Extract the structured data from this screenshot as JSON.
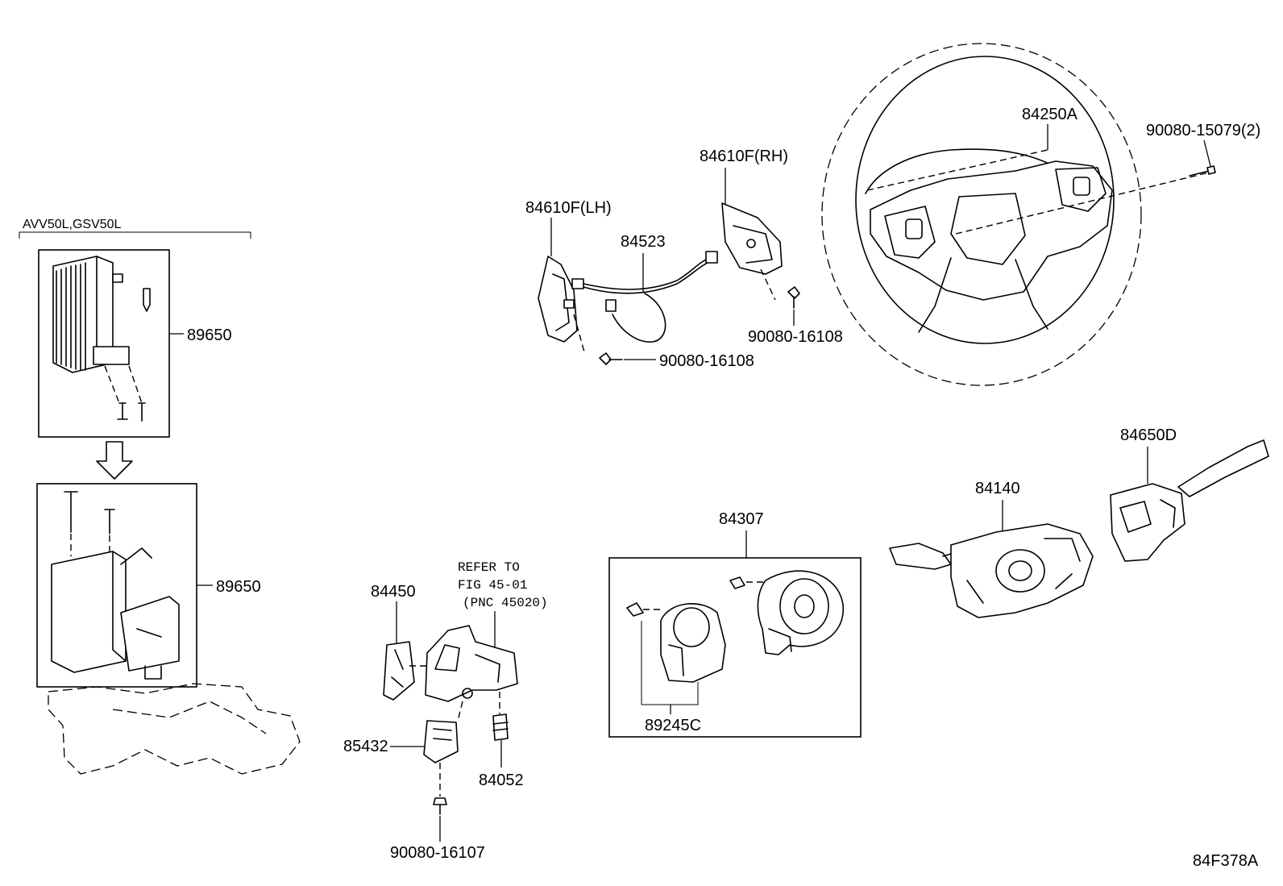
{
  "diagram_code": "84F378A",
  "variant_label": "AVV50L,GSV50L",
  "parts": {
    "computer_upper": "89650",
    "computer_lower": "89650",
    "steering_wheel_cover": "84250A",
    "screw_wheel": "90080-15079(2)",
    "switch_rh": "84610F(RH)",
    "switch_lh": "84610F(LH)",
    "wire_harness": "84523",
    "screw_rh": "90080-16108",
    "screw_lh": "90080-16108",
    "spiral_cable_assy": "84307",
    "spiral_sensor": "89245C",
    "turn_switch": "84140",
    "wiper_switch": "84650D",
    "switch_84450": "84450",
    "switch_85432": "85432",
    "switch_84052": "84052",
    "screw_bottom": "90080-16107"
  },
  "reference_note": {
    "line1": "REFER TO",
    "line2": "FIG 45-01",
    "line3": "(PNC 45020)"
  }
}
